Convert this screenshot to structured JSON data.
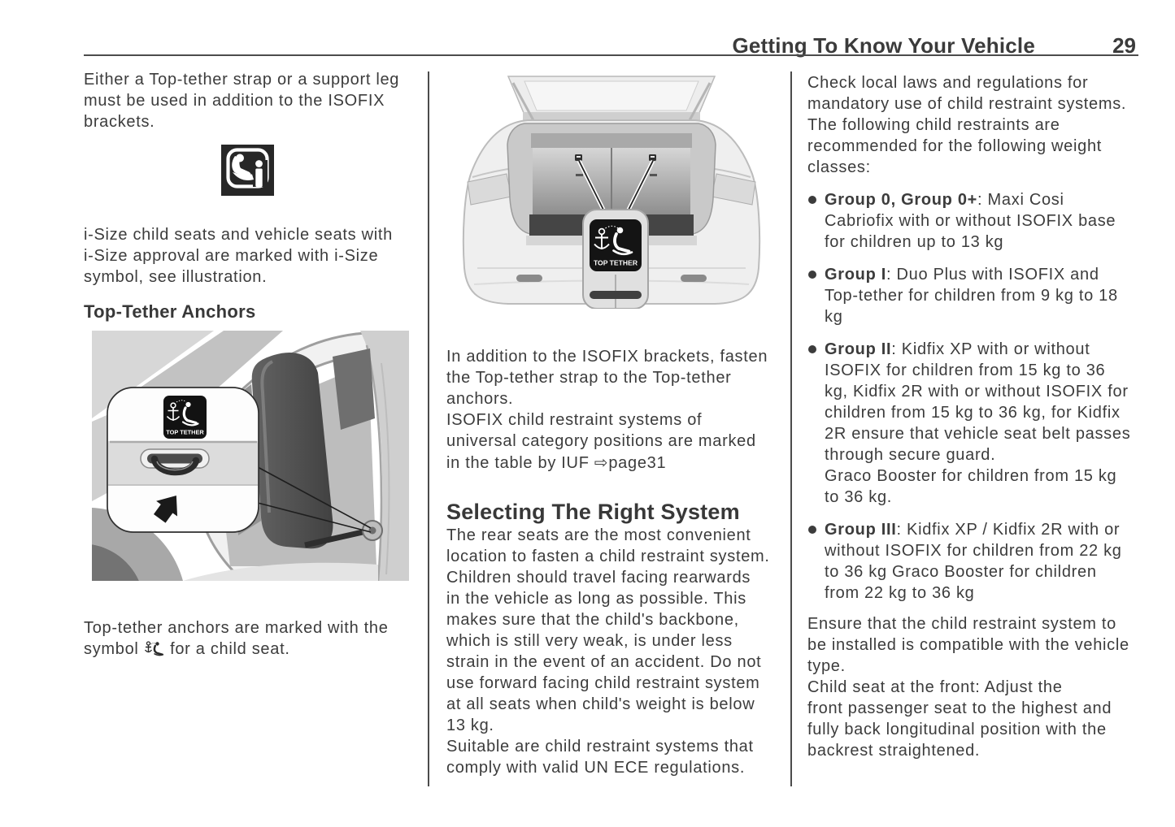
{
  "header": {
    "title": "Getting To Know Your Vehicle",
    "page_number": "29"
  },
  "palette": {
    "text": "#3c3c3c",
    "rule": "#4c4c4c",
    "badge_background": "#151515",
    "badge_text": "#ffffff"
  },
  "col1": {
    "para1": {
      "lines": [
        "Either a Top-tether strap or a support leg",
        "must be used in addition to the ISOFIX",
        "brackets."
      ]
    },
    "isize_icon": "i-size-child-seat-icon",
    "para2": {
      "lines": [
        "i-Size child seats and vehicle seats with",
        "i-Size approval are marked with i-Size",
        "symbol, see illustration."
      ]
    },
    "heading": "Top-Tether Anchors",
    "illustration": {
      "badge_label": "TOP TETHER"
    },
    "para3": {
      "line1": "Top-tether anchors are marked with the",
      "line2_pre": "symbol ",
      "line2_icon": "top-tether-anchor-symbol-icon",
      "line2_post": " for a child seat."
    }
  },
  "col2": {
    "illustration": {
      "badge_label": "TOP TETHER"
    },
    "para1": {
      "lines": [
        "In addition to the ISOFIX brackets, fasten",
        "the Top-tether strap to the Top-tether",
        "anchors."
      ]
    },
    "para2": {
      "lines": [
        "ISOFIX child restraint systems of",
        "universal category positions are marked"
      ],
      "last_line_pre": "in the table by IUF ",
      "page_arrow": "⇨",
      "page_ref": "page31"
    },
    "heading": "Selecting The Right System",
    "para3": {
      "lines": [
        "The rear seats are the most convenient",
        "location to fasten a child restraint system.",
        "Children should travel facing rearwards",
        "in the vehicle as long as possible. This",
        "makes sure that the child's backbone,",
        "which is still very weak, is under less",
        "strain in the event of an accident. Do not",
        "use forward facing child restraint system",
        "at all seats when child's weight is below",
        "13 kg."
      ]
    },
    "para4": {
      "lines": [
        "Suitable are child restraint systems that",
        "comply with valid UN ECE regulations."
      ]
    }
  },
  "col3": {
    "para1": {
      "lines": [
        "Check local laws and regulations for",
        "mandatory use of child restraint systems.",
        "The following child restraints are",
        "recommended for the following weight",
        "classes:"
      ]
    },
    "bullets": [
      {
        "label": "Group 0, Group 0+",
        "first_rest": ": Maxi Cosi",
        "lines": [
          "Cabriofix with or without ISOFIX base",
          "for children up to 13 kg"
        ]
      },
      {
        "label": "Group I",
        "first_rest": ": Duo Plus with ISOFIX and",
        "lines": [
          "Top-tether for children from 9 kg to 18",
          "kg"
        ]
      },
      {
        "label": "Group II",
        "first_rest": ": Kidfix XP with or without",
        "lines": [
          "ISOFIX for children from 15 kg to 36",
          "kg, Kidfix 2R with or without ISOFIX for",
          "children from 15 kg to 36 kg, for Kidfix",
          "2R ensure that vehicle seat belt passes",
          "through secure guard.",
          "Graco Booster for children from 15 kg",
          "to 36 kg."
        ]
      },
      {
        "label": "Group III",
        "first_rest": ": Kidfix XP / Kidfix 2R with or",
        "lines": [
          "without ISOFIX for children from 22 kg",
          "to 36 kg Graco Booster for children",
          "from 22 kg to 36 kg"
        ]
      }
    ],
    "para2": {
      "lines": [
        "Ensure that the child restraint system to",
        "be installed is compatible with the vehicle",
        "type."
      ]
    },
    "para3": {
      "lines": [
        "Child seat at the front: Adjust the",
        "front passenger seat to the highest and",
        "fully back longitudinal position with the",
        "backrest straightened."
      ]
    }
  }
}
